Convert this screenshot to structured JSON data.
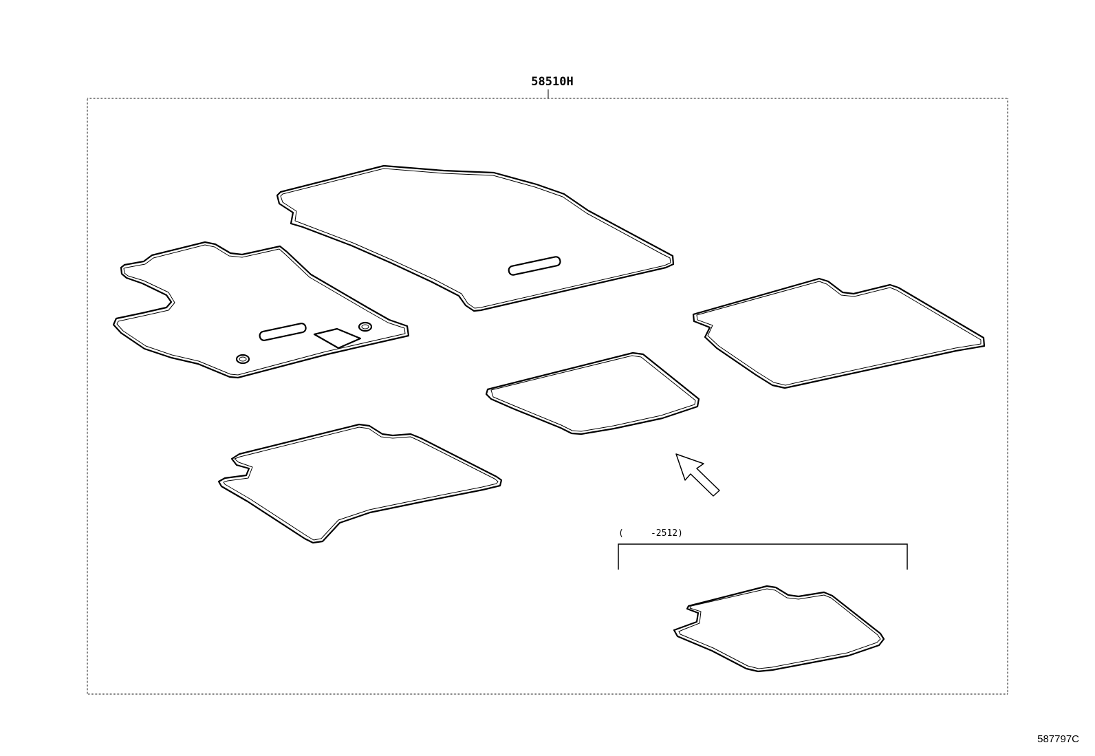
{
  "diagram": {
    "part_number": "58510H",
    "note": "(     -2512)",
    "reference_code": "587797C"
  }
}
